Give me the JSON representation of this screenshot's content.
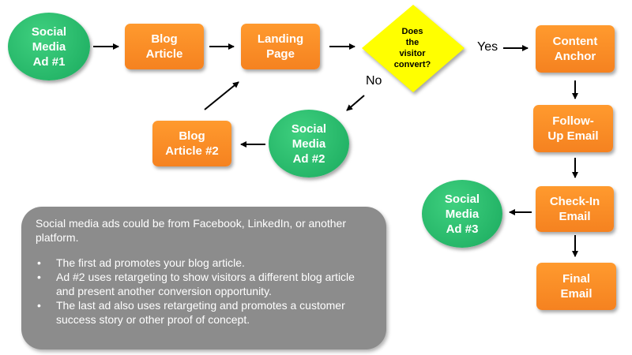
{
  "nodes": {
    "social_ad_1": "Social\nMedia\nAd #1",
    "blog_article": "Blog\nArticle",
    "landing_page": "Landing\nPage",
    "decision": "Does\nthe\nvisitor\nconvert?",
    "content_anchor": "Content\nAnchor",
    "follow_up_email": "Follow-\nUp Email",
    "check_in_email": "Check-In\nEmail",
    "final_email": "Final\nEmail",
    "social_ad_2": "Social\nMedia\nAd #2",
    "blog_article_2": "Blog\nArticle #2",
    "social_ad_3": "Social\nMedia\nAd #3"
  },
  "edge_labels": {
    "yes": "Yes",
    "no": "No"
  },
  "colors": {
    "process": "#f58220",
    "ad": "#1aaa5e",
    "decision": "#ffff00",
    "note_bg": "#8c8c8c"
  },
  "note": {
    "intro": "Social media ads could be from Facebook, LinkedIn, or another platform.",
    "bullets": [
      "The first ad promotes your blog article.",
      "Ad #2 uses retargeting to show visitors a different blog article and present another conversion opportunity.",
      "The last ad also uses retargeting and promotes a customer success story or other proof of concept."
    ]
  }
}
